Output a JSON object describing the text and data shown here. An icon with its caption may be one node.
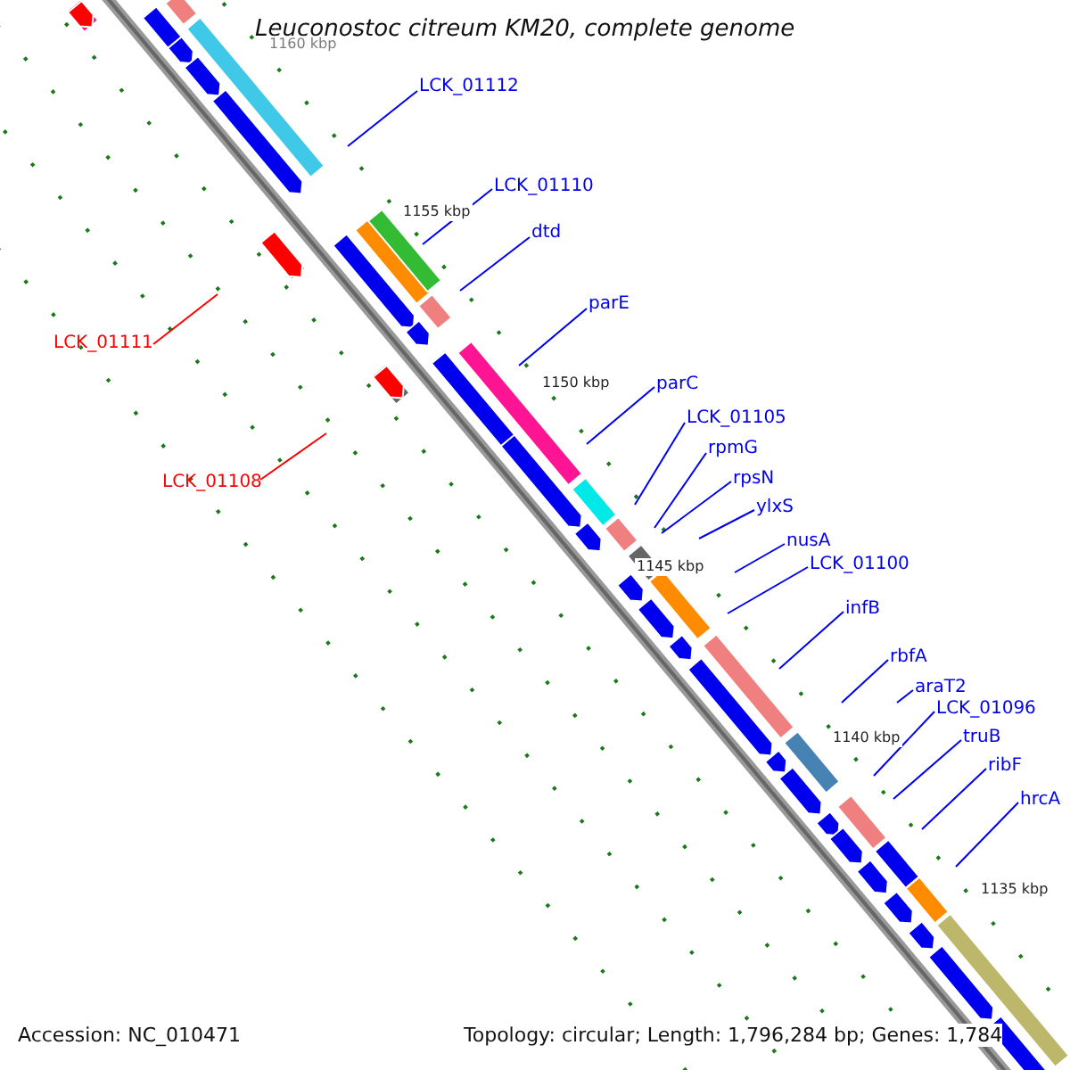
{
  "diagram": {
    "title": "Leuconostoc citreum KM20, complete genome",
    "nodes": [
      {
        "text": [
          "LCK_01112"
        ]
      },
      {
        "text": [
          "LCK_01110"
        ]
      },
      {
        "text": [
          "dtd"
        ]
      },
      {
        "text": [
          "parE"
        ]
      },
      {
        "text": [
          "parC"
        ]
      },
      {
        "text": [
          "LCK_01105"
        ]
      },
      {
        "text": [
          "rpmG"
        ]
      },
      {
        "text": [
          "rpsN"
        ]
      },
      {
        "text": [
          "ylxS"
        ]
      },
      {
        "text": [
          "nusA"
        ]
      },
      {
        "text": [
          "LCK_01100"
        ]
      },
      {
        "text": [
          "infB"
        ]
      },
      {
        "text": [
          "rbfA"
        ]
      },
      {
        "text": [
          "araT2"
        ]
      },
      {
        "text": [
          "LCK_01096"
        ]
      },
      {
        "text": [
          "truB"
        ]
      },
      {
        "text": [
          "ribF"
        ]
      },
      {
        "text": [
          "hrcA"
        ]
      },
      {
        "text": [
          "LCK_01111"
        ]
      },
      {
        "text": [
          "LCK_01108"
        ]
      }
    ],
    "edges": [
      {
        "from": 0,
        "to": null,
        "arrow": "none"
      },
      {
        "from": 1,
        "to": null,
        "arrow": "none"
      },
      {
        "from": 2,
        "to": null,
        "arrow": "none"
      },
      {
        "from": 3,
        "to": null,
        "arrow": "none"
      },
      {
        "from": 4,
        "to": null,
        "arrow": "none"
      },
      {
        "from": 5,
        "to": null,
        "arrow": "none"
      },
      {
        "from": 6,
        "to": null,
        "arrow": "none"
      },
      {
        "from": 7,
        "to": null,
        "arrow": "none"
      },
      {
        "from": 8,
        "to": null,
        "arrow": "none"
      },
      {
        "from": 9,
        "to": null,
        "arrow": "none"
      },
      {
        "from": 10,
        "to": null,
        "arrow": "none"
      },
      {
        "from": 11,
        "to": null,
        "arrow": "none"
      },
      {
        "from": 12,
        "to": null,
        "arrow": "none"
      },
      {
        "from": 13,
        "to": null,
        "arrow": "none"
      },
      {
        "from": 14,
        "to": null,
        "arrow": "none"
      },
      {
        "from": 15,
        "to": null,
        "arrow": "none"
      },
      {
        "from": 16,
        "to": null,
        "arrow": "none"
      },
      {
        "from": 17,
        "to": null,
        "arrow": "none"
      },
      {
        "from": 18,
        "to": null,
        "arrow": "none",
        "color": "#ff0000"
      },
      {
        "from": 19,
        "to": null,
        "arrow": "none",
        "color": "#ff0000"
      }
    ],
    "labels": [
      "1160 kbp",
      "1155 kbp",
      "1150 kbp",
      "1145 kbp",
      "1140 kbp",
      "1135 kbp",
      "Accession: NC_010471",
      "Topology: circular; Length: 1,796,284 bp; Genes: 1,784"
    ]
  }
}
